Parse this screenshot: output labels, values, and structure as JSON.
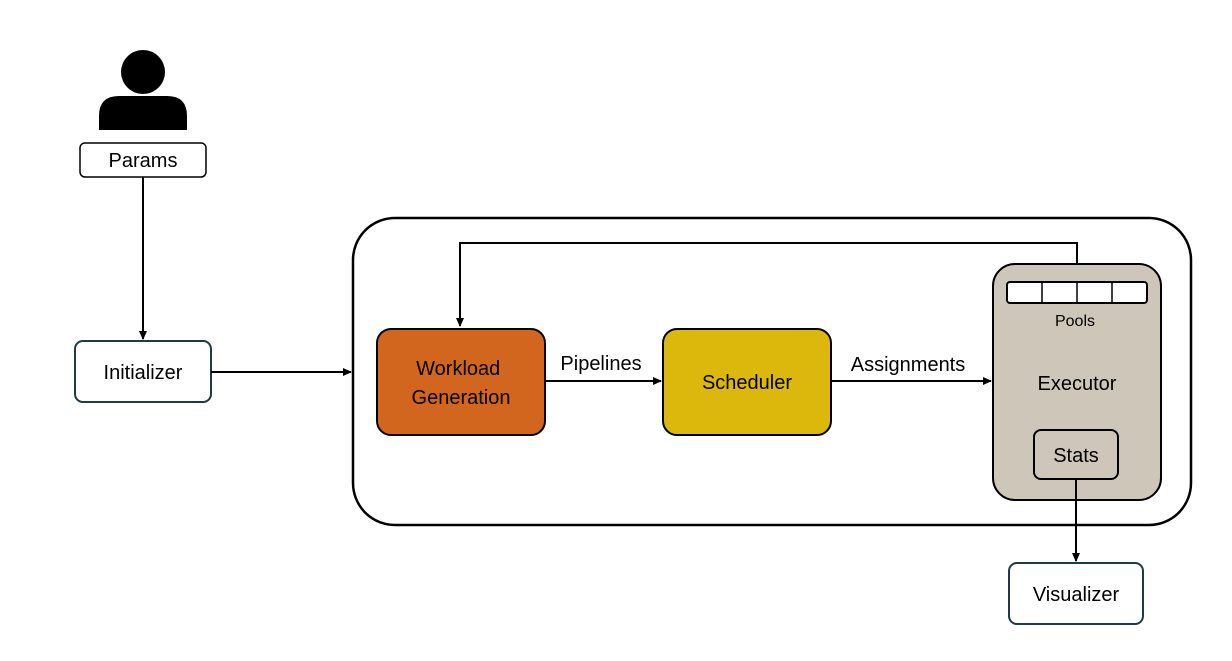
{
  "nodes": {
    "params": "Params",
    "initializer": "Initializer",
    "workload_generation": [
      "Workload",
      "Generation"
    ],
    "scheduler": "Scheduler",
    "executor": "Executor",
    "pools": "Pools",
    "stats": "Stats",
    "visualizer": "Visualizer"
  },
  "edges": {
    "pipelines": "Pipelines",
    "assignments": "Assignments"
  },
  "icons": {
    "user": "user-icon"
  },
  "colors": {
    "workload_generation_fill": "#D3661F",
    "scheduler_fill": "#DDB80C",
    "executor_fill": "#CEC6B8",
    "box_border": "#1E3A4A",
    "line": "#000000"
  }
}
